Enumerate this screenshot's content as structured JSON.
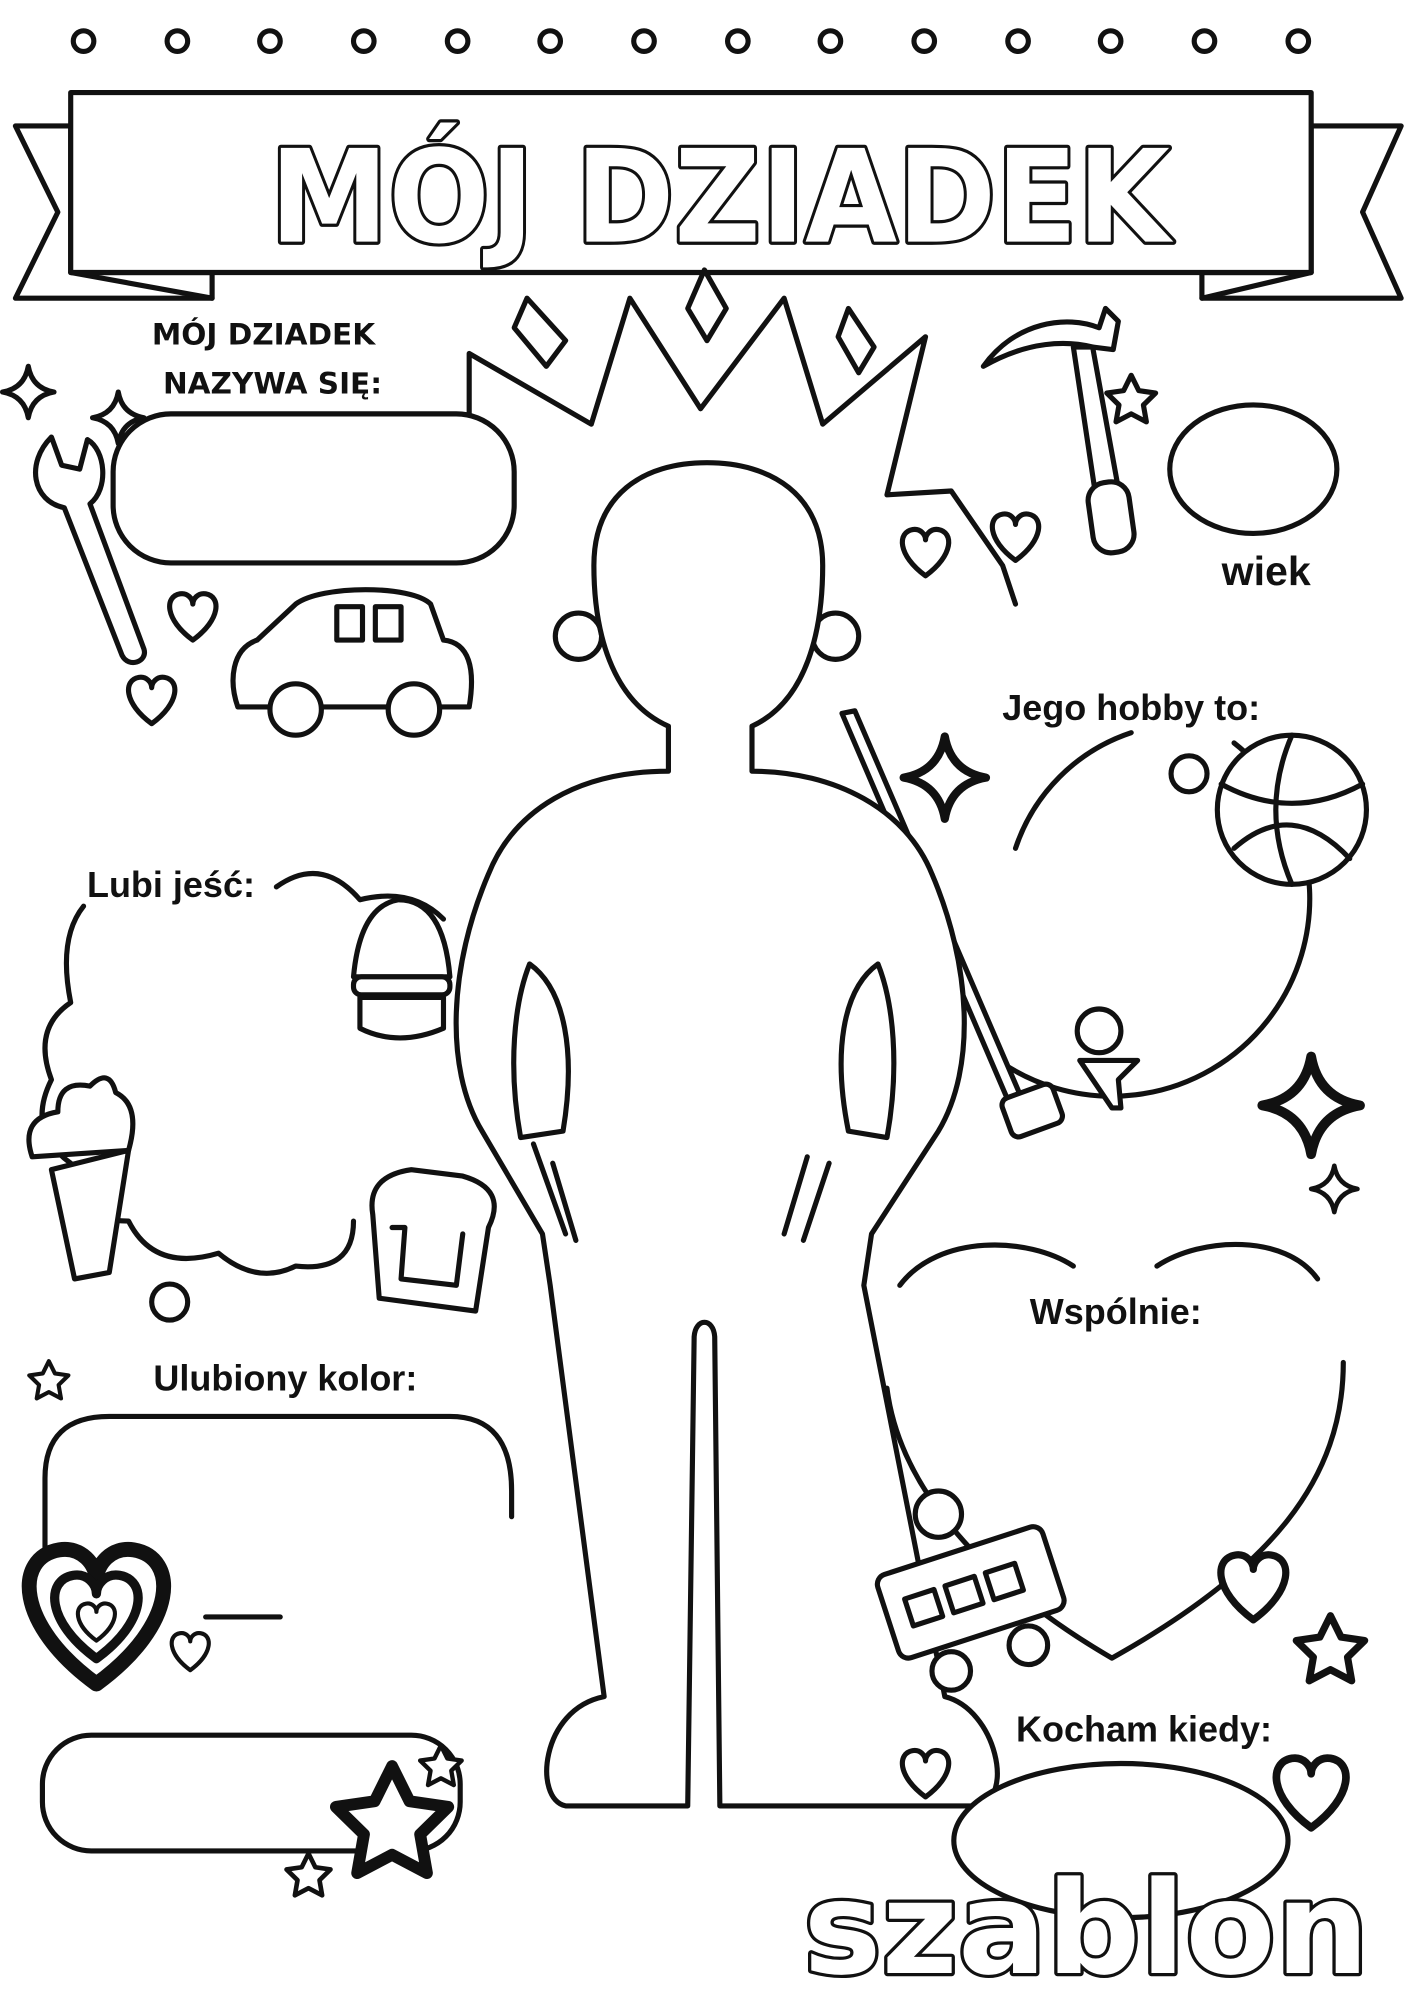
{
  "title": "MÓJ DZIADEK",
  "name_label": {
    "line1": "MÓJ DZIADEK",
    "line2": "NAZYWA SIĘ:"
  },
  "age_label": "wiek",
  "hobby_label": "Jego hobby to:",
  "food_label": "Lubi jeść:",
  "color_label": "Ulubiony kolor:",
  "together_label": "Wspólnie:",
  "love_label": "Kocham kiedy:",
  "template_label": "szablon",
  "colors": {
    "ink": "#111111",
    "paper": "#ffffff"
  }
}
